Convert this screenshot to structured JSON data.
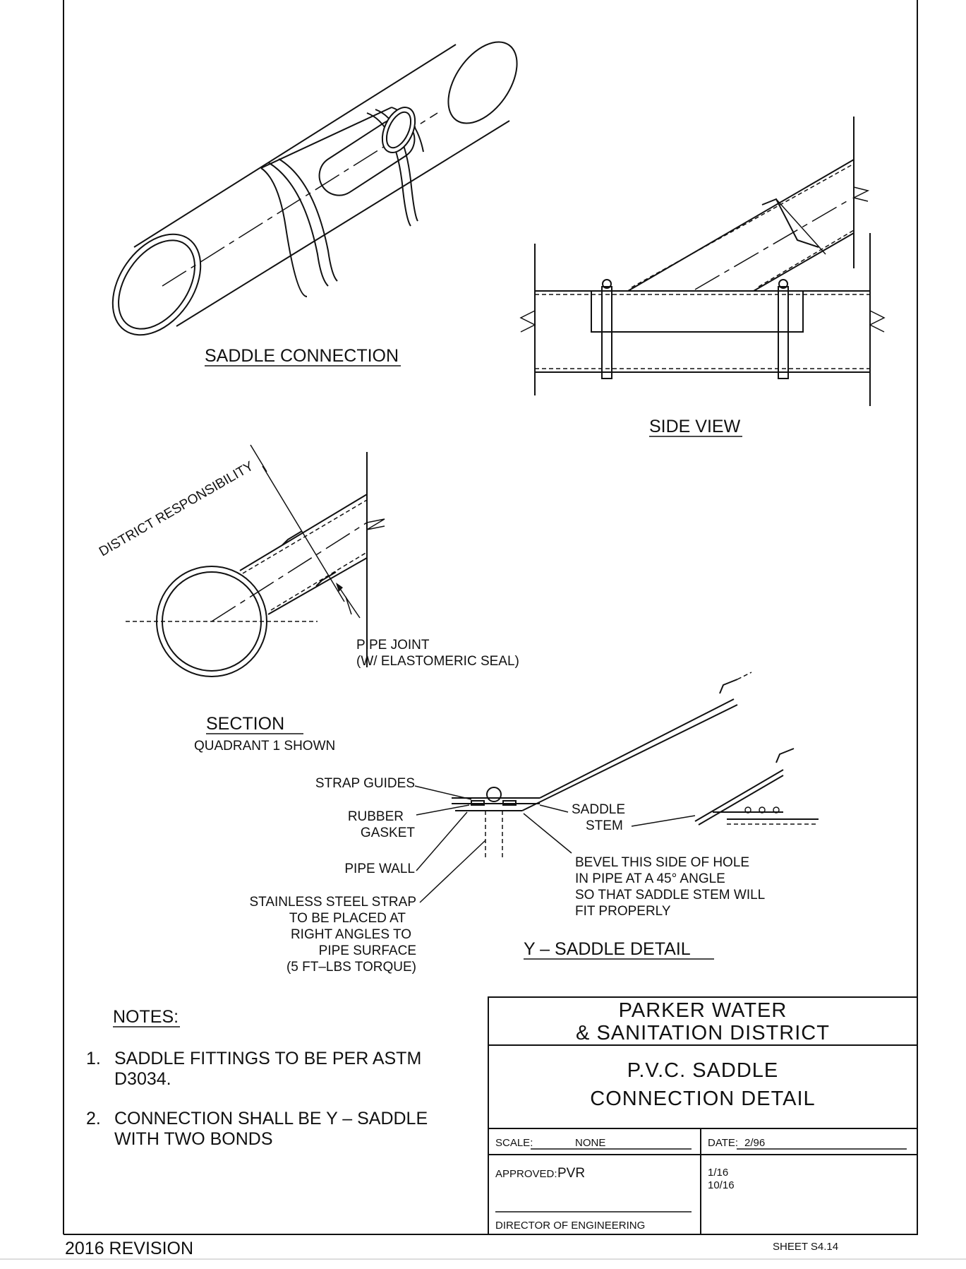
{
  "views": {
    "saddle_connection": "SADDLE CONNECTION",
    "side_view": "SIDE VIEW",
    "section": "SECTION",
    "section_sub": "QUADRANT 1 SHOWN",
    "y_saddle": "Y – SADDLE DETAIL"
  },
  "section_labels": {
    "district": "DISTRICT RESPONSIBILITY",
    "pipe_joint_1": "PIPE JOINT",
    "pipe_joint_2": "(W/ ELASTOMERIC SEAL)"
  },
  "detail_labels": {
    "strap_guides": "STRAP GUIDES",
    "rubber": "RUBBER",
    "gasket": "GASKET",
    "pipe_wall": "PIPE WALL",
    "strap_1": "STAINLESS STEEL STRAP",
    "strap_2": "TO BE PLACED AT",
    "strap_3": "RIGHT ANGLES TO",
    "strap_4": "PIPE SURFACE",
    "strap_5": "(5 FT–LBS TORQUE)",
    "saddle": "SADDLE",
    "stem": "STEM",
    "bevel_1": "BEVEL THIS SIDE OF HOLE",
    "bevel_2": "IN PIPE AT A 45° ANGLE",
    "bevel_3": "SO THAT SADDLE STEM WILL",
    "bevel_4": "FIT PROPERLY"
  },
  "notes": {
    "heading": "NOTES:",
    "n1_num": "1.",
    "n1_a": "SADDLE FITTINGS TO BE PER ASTM",
    "n1_b": "D3034.",
    "n2_num": "2.",
    "n2_a": "CONNECTION SHALL BE Y – SADDLE",
    "n2_b": "WITH TWO BONDS"
  },
  "title_block": {
    "org_1": "PARKER WATER",
    "org_2": "& SANITATION DISTRICT",
    "title_1": "P.V.C. SADDLE",
    "title_2": "CONNECTION DETAIL",
    "scale_label": "SCALE:",
    "scale_value": "NONE",
    "date_label": "DATE:",
    "date_value": "2/96",
    "approved_label": "APPROVED:",
    "approved_value": "PVR",
    "rev_1": "1/16",
    "rev_2": "10/16",
    "director": "DIRECTOR OF ENGINEERING"
  },
  "footer": {
    "revision": "2016 REVISION",
    "sheet": "SHEET S4.14"
  }
}
